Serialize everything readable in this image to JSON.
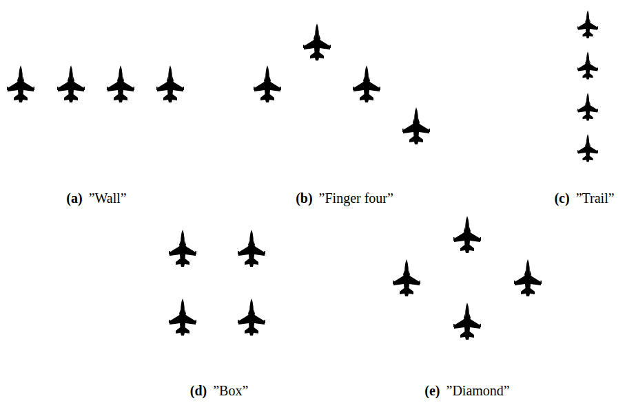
{
  "diagram": {
    "labels": [
      "(a)",
      "”Wall”",
      "(b)",
      "”Finger four”",
      "(c)",
      "”Trail”",
      "(d)",
      "”Box”",
      "(e)",
      "”Diamond”"
    ]
  }
}
